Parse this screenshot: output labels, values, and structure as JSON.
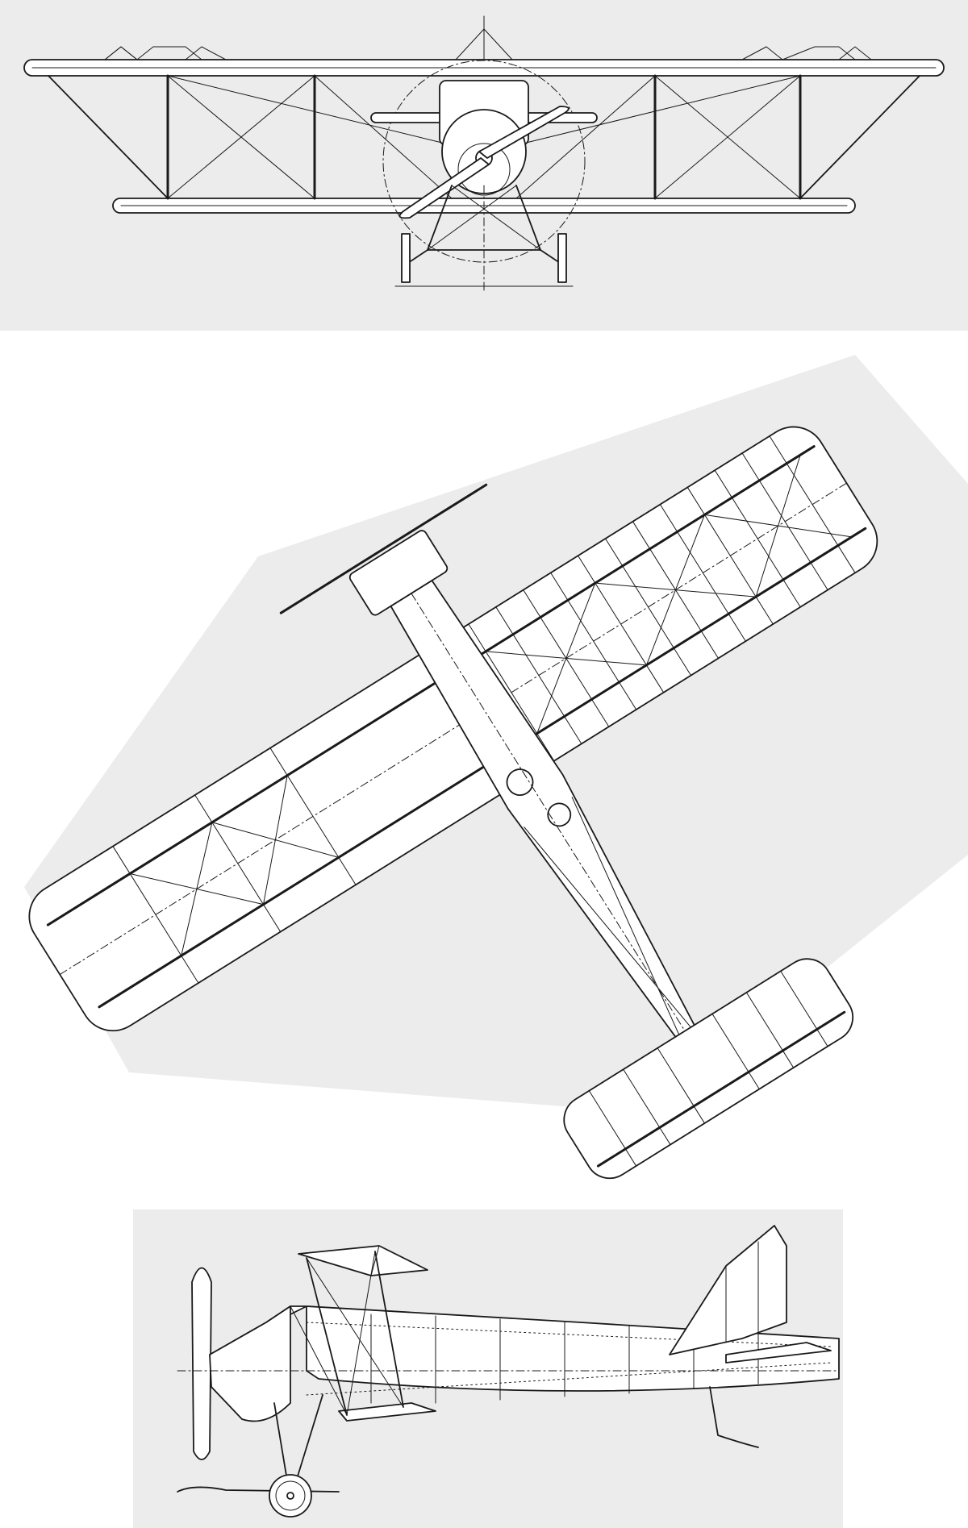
{
  "drawing": {
    "views": [
      {
        "id": "front",
        "name": ""
      },
      {
        "id": "plan",
        "name": ""
      },
      {
        "id": "side",
        "name": ""
      }
    ],
    "colors": {
      "paper": "#ececec",
      "ink": "#1a1a1a",
      "background": "#ffffff"
    }
  }
}
